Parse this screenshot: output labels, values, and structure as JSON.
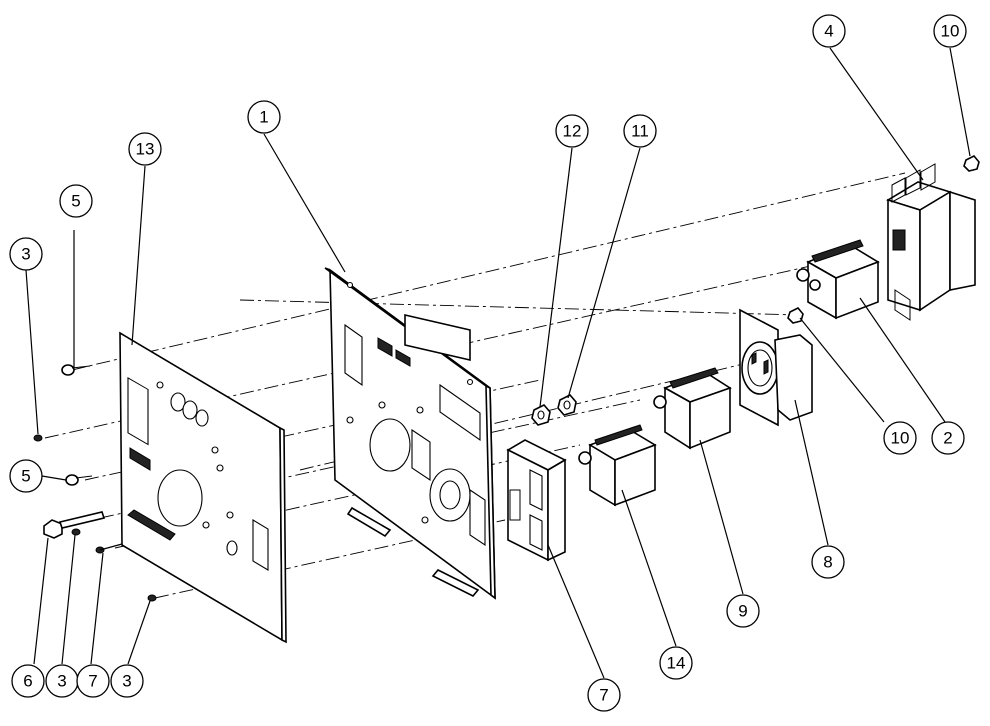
{
  "callouts": [
    {
      "id": "c-1",
      "label": "1"
    },
    {
      "id": "c-2",
      "label": "2"
    },
    {
      "id": "c-3a",
      "label": "3"
    },
    {
      "id": "c-3b",
      "label": "3"
    },
    {
      "id": "c-3c",
      "label": "3"
    },
    {
      "id": "c-4",
      "label": "4"
    },
    {
      "id": "c-5a",
      "label": "5"
    },
    {
      "id": "c-5b",
      "label": "5"
    },
    {
      "id": "c-6",
      "label": "6"
    },
    {
      "id": "c-7a",
      "label": "7"
    },
    {
      "id": "c-7b",
      "label": "7"
    },
    {
      "id": "c-8",
      "label": "8"
    },
    {
      "id": "c-9",
      "label": "9"
    },
    {
      "id": "c-10a",
      "label": "10"
    },
    {
      "id": "c-10b",
      "label": "10"
    },
    {
      "id": "c-11",
      "label": "11"
    },
    {
      "id": "c-12",
      "label": "12"
    },
    {
      "id": "c-13",
      "label": "13"
    },
    {
      "id": "c-14",
      "label": "14"
    }
  ],
  "parts": {
    "front_panel": "front-panel-plate",
    "mounting_plate": "mounting-plate",
    "breaker_large": "double-pole-breaker",
    "breaker_small": "single-pole-breaker",
    "twist_lock": "twist-lock-receptacle",
    "gfci": "gfci-duplex-receptacle",
    "hardware": "screws-nuts-bolts"
  },
  "colors": {
    "line": "#000000",
    "background": "#ffffff"
  }
}
